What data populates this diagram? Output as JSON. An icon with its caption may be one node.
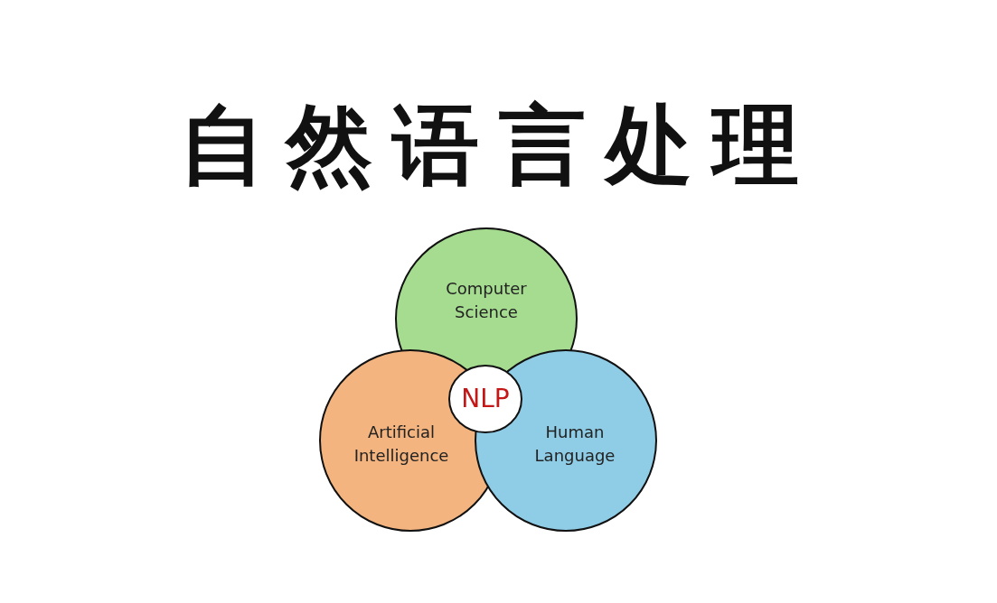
{
  "diagram": {
    "title": "自然语言处理",
    "nodes": [
      {
        "text": [
          "Computer Science"
        ]
      },
      {
        "text": [
          "Artificial Intelligence"
        ]
      },
      {
        "text": [
          "Human Language"
        ]
      },
      {
        "text": [
          "NLP"
        ]
      }
    ]
  }
}
